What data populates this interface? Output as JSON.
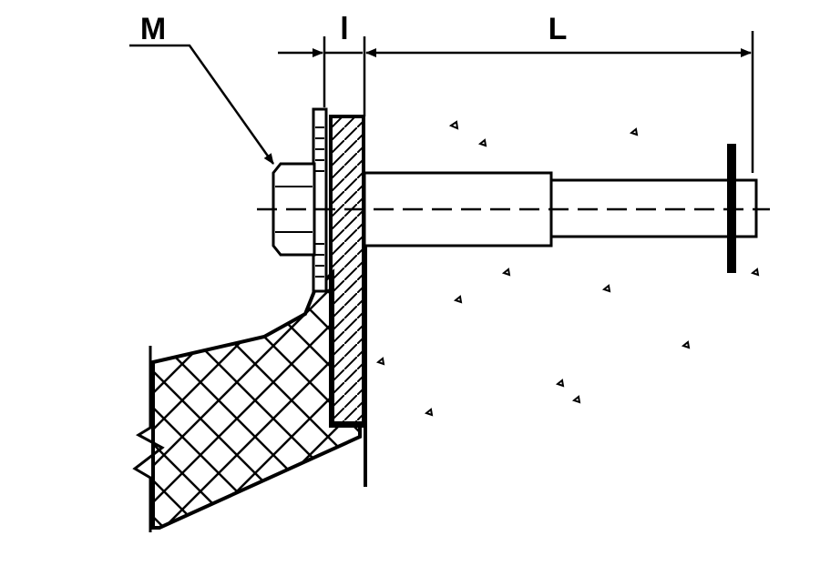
{
  "labels": {
    "m": "M",
    "l_small": "l",
    "L_big": "L"
  },
  "colors": {
    "ink": "#000000",
    "background": "#ffffff"
  }
}
